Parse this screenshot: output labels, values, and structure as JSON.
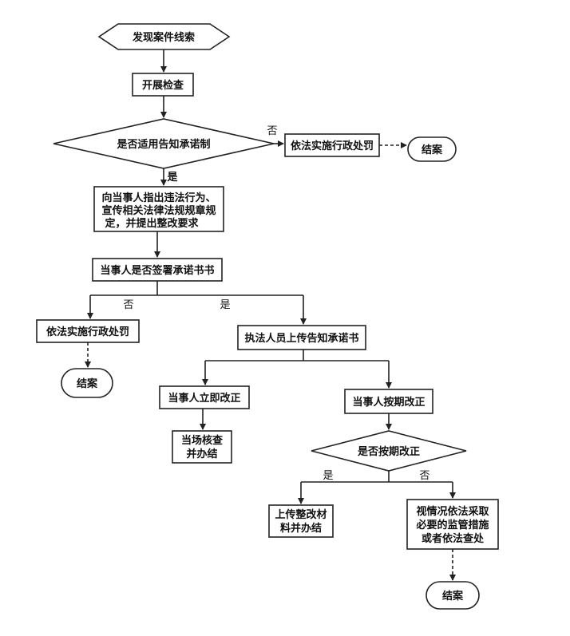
{
  "title": "",
  "nodes": {
    "start": "发现案件线索",
    "inspect": "开展检查",
    "decision_applicable": "是否适用告知承诺制",
    "penalty_top": "依法实施行政处罚",
    "end_top": "结案",
    "point_out": [
      "向当事人指出违法行为、",
      "宣传相关法律法规规章规",
      "定，并提出整改要求"
    ],
    "decision_sign": "当事人是否签署承诺书书",
    "penalty_left": "依法实施行政处罚",
    "end_left": "结案",
    "upload_promise": "执法人员上传告知承诺书",
    "immediate": "当事人立即改正",
    "verify": [
      "当场核查",
      "并办结"
    ],
    "deadline": "当事人按期改正",
    "decision_deadline": "是否按期改正",
    "upload_material": [
      "上传整改材",
      "料并办结"
    ],
    "measures": [
      "视情况依法采取",
      "必要的监管措施",
      "或者依法查处"
    ],
    "end_bottom": "结案"
  },
  "labels": {
    "yes": "是",
    "no": "否"
  }
}
